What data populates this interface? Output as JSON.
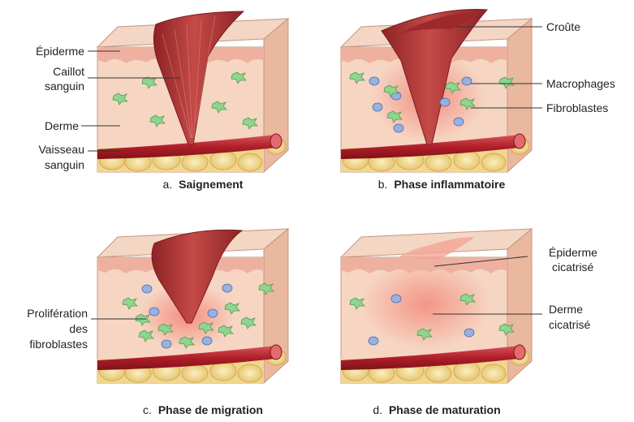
{
  "panels": [
    {
      "letter": "a.",
      "title": "Saignement"
    },
    {
      "letter": "b.",
      "title": "Phase inflammatoire"
    },
    {
      "letter": "c.",
      "title": "Phase de migration"
    },
    {
      "letter": "d.",
      "title": "Phase de maturation"
    }
  ],
  "labels": {
    "epiderme": "Épiderme",
    "caillot_1": "Caillot",
    "caillot_2": "sanguin",
    "derme": "Derme",
    "vaisseau_1": "Vaisseau",
    "vaisseau_2": "sanguin",
    "croute": "Croûte",
    "macrophages": "Macrophages",
    "fibroblastes": "Fibroblastes",
    "prolif_1": "Prolifération",
    "prolif_2": "des",
    "prolif_3": "fibroblastes",
    "epiderme_cic_1": "Épiderme",
    "epiderme_cic_2": "cicatrisé",
    "derme_cic_1": "Derme",
    "derme_cic_2": "cicatrisé"
  },
  "colors": {
    "skin_top": "#f3d6c4",
    "skin_front": "#f5d2c0",
    "skin_side": "#ebb9a2",
    "epidermis": "#f0b9a7",
    "fat": "#f3dc9a",
    "vessel": "#b8202a",
    "clot": "#b23a3a",
    "macrophage": "#8fa9dc",
    "fibroblast": "#7fd07f",
    "inflammation": "#f08a7a",
    "leader": "#333333"
  }
}
